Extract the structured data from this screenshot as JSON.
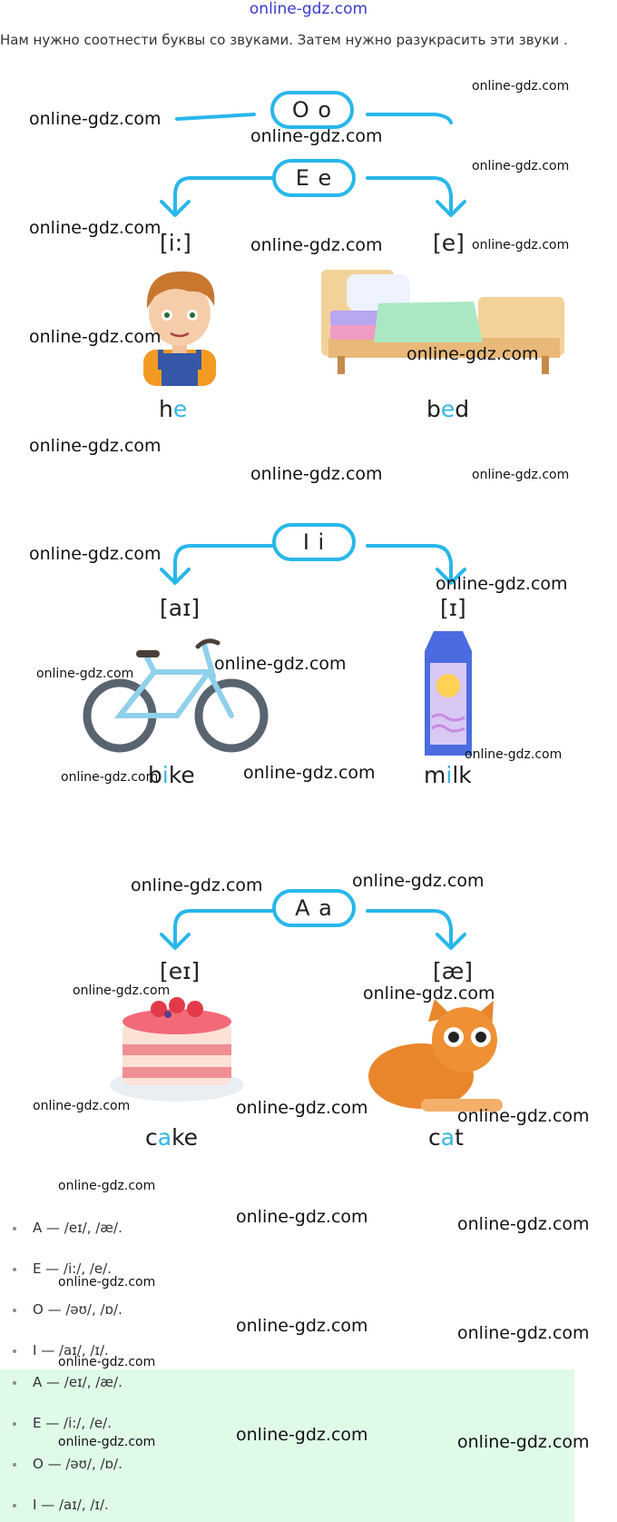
{
  "header": {
    "site_title": "online-gdz.com",
    "task": "Нам нужно соотнести буквы со звуками. Затем нужно разукрасить эти звуки ."
  },
  "letters": {
    "o": "O o",
    "e": "E e",
    "i": "I i",
    "a": "A a"
  },
  "phonemes": {
    "e_long": "[i:]",
    "e_short": "[e]",
    "i_long": "[aɪ]",
    "i_short": "[ɪ]",
    "a_long": "[eɪ]",
    "a_short": "[æ]"
  },
  "words": {
    "he": {
      "pre": "h",
      "hl": "e",
      "post": ""
    },
    "bed": {
      "pre": "b",
      "hl": "e",
      "post": "d"
    },
    "bike": {
      "pre": "b",
      "hl": "i",
      "post": "ke"
    },
    "milk": {
      "pre": "m",
      "hl": "i",
      "post": "lk"
    },
    "cake": {
      "pre": "c",
      "hl": "a",
      "post": "ke"
    },
    "cat": {
      "pre": "c",
      "hl": "a",
      "post": "t"
    }
  },
  "watermark": "online-gdz.com",
  "answers_plain": [
    "A — /eɪ/, /æ/.",
    "E — /i:/, /e/.",
    "O — /əʊ/, /ɒ/.",
    "I — /aɪ/, /ɪ/."
  ],
  "answers_highlighted": [
    "A — /eɪ/, /æ/.",
    "E — /i:/, /e/.",
    "O — /əʊ/, /ɒ/.",
    "I — /aɪ/, /ɪ/."
  ],
  "colors": {
    "accent": "#28b7ea",
    "highlight_box": "#dffbe8",
    "title": "#3a3ad0"
  }
}
